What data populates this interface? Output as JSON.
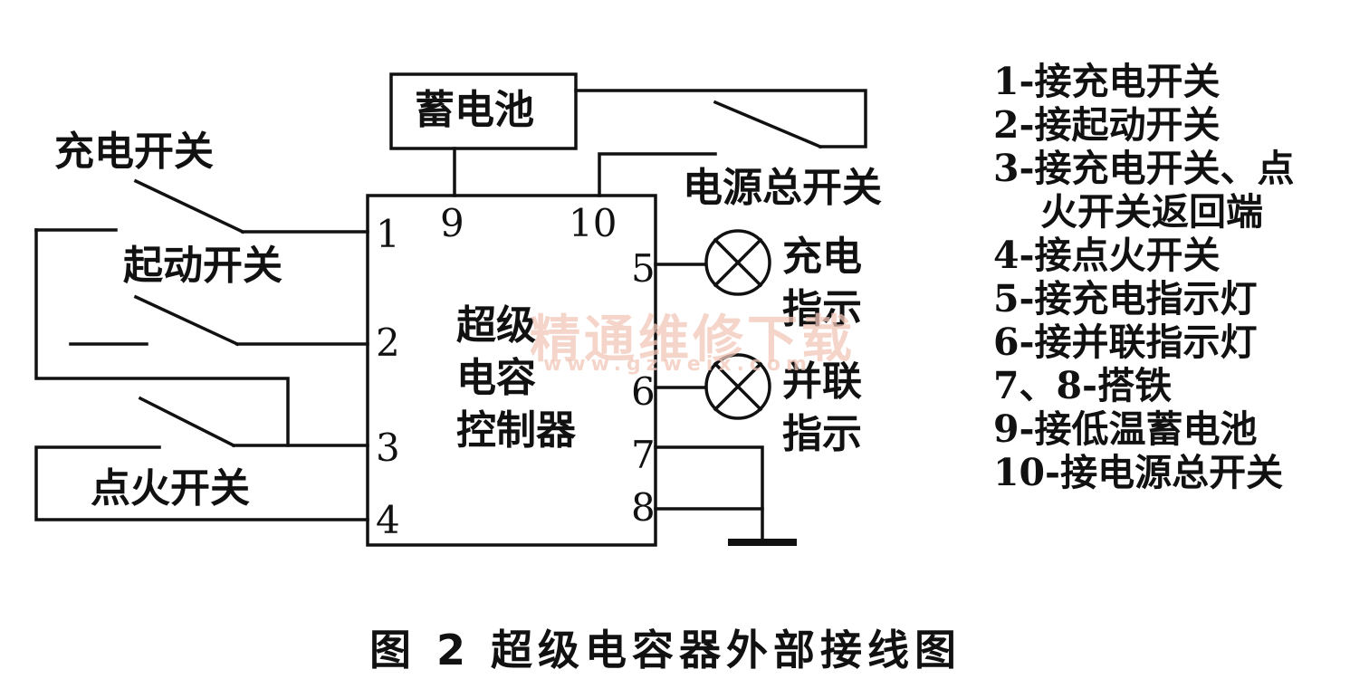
{
  "diagram": {
    "battery_label": "蓄电池",
    "main_switch_label": "电源总开关",
    "charge_switch_label": "充电开关",
    "start_switch_label": "起动开关",
    "ignition_switch_label": "点火开关",
    "controller_label_lines": [
      "超级",
      "电容",
      "控制器"
    ],
    "terminals": [
      "1",
      "2",
      "3",
      "4",
      "5",
      "6",
      "7",
      "8",
      "9",
      "10"
    ],
    "charge_indicator_lines": [
      "充电",
      "指示"
    ],
    "parallel_indicator_lines": [
      "并联",
      "指示"
    ]
  },
  "legend": [
    "1-接充电开关",
    "2-接起动开关",
    "3-接充电开关、点",
    "火开关返回端",
    "4-接点火开关",
    "5-接充电指示灯",
    "6-接并联指示灯",
    "7、8-搭铁",
    "9-接低温蓄电池",
    "10-接电源总开关"
  ],
  "caption": "图 2   超级电容器外部接线图",
  "watermark": {
    "title": "精通维修下载",
    "url": "www.gzweix.com"
  },
  "colors": {
    "line": "#111111",
    "watermark": "#f2c7b9"
  }
}
